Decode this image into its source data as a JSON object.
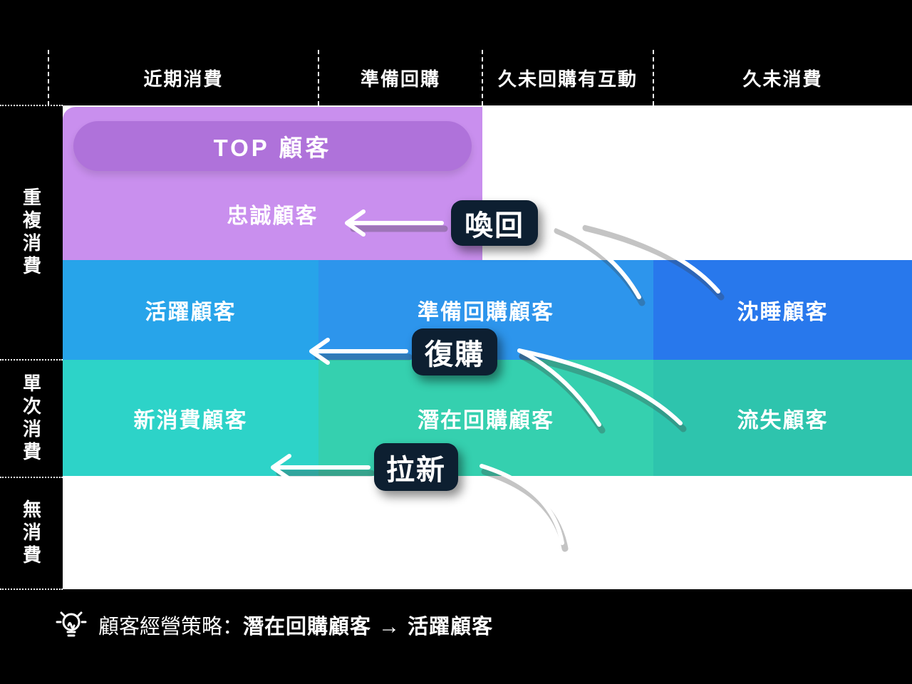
{
  "header": {
    "columns": [
      "近期消費",
      "準備回購",
      "久未回購有互動",
      "久未消費"
    ]
  },
  "row_labels": [
    "重複消費",
    "單次消費",
    "無消費"
  ],
  "segments": {
    "top_pill": "TOP 顧客",
    "loyal": "忠誠顧客",
    "active": "活躍顧客",
    "ready": "準備回購顧客",
    "dormant": "沈睡顧客",
    "new_customer": "新消費顧客",
    "potential": "潛在回購顧客",
    "lost": "流失顧客"
  },
  "badges": {
    "winback": "喚回",
    "repurchase": "復購",
    "acquire": "拉新"
  },
  "note": {
    "icon": "lightbulb-icon",
    "prefix": "顧客經營策略：",
    "from": "潛在回購顧客",
    "arrow": "→",
    "to": "活躍顧客"
  },
  "colors": {
    "bg": "#000000",
    "purple": "#C98FEE",
    "purpleDark": "#AF72DA",
    "blueLight": "#27A4EA",
    "blueMid": "#2D95EC",
    "blueDark": "#2878EC",
    "tealLight": "#2DD3C8",
    "tealMid": "#35D0AF",
    "tealDark": "#2EC4AD",
    "navy": "#0D1F31",
    "white": "#FFFFFF"
  }
}
